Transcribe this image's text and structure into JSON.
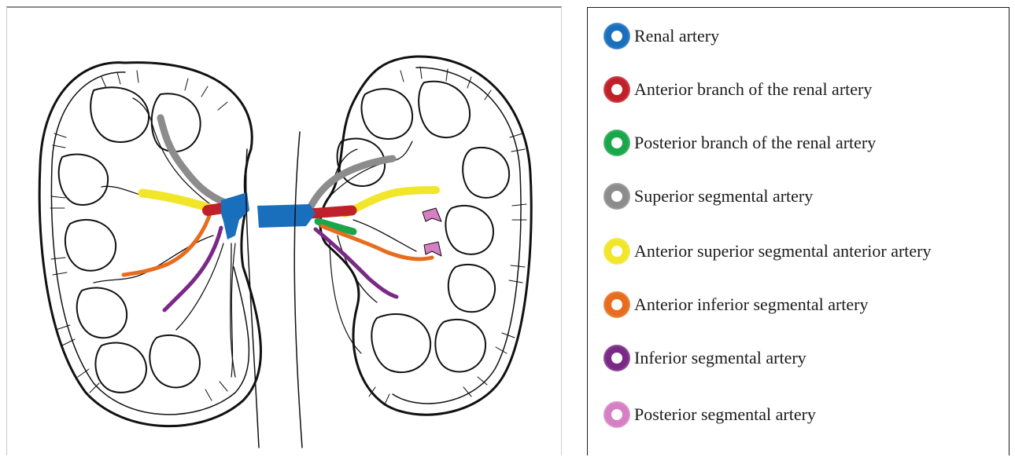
{
  "legend": {
    "items": [
      {
        "label": "Renal artery",
        "color": "#1a6fbd"
      },
      {
        "label": "Anterior branch of the renal artery",
        "color": "#c0202a"
      },
      {
        "label": "Posterior branch of the renal artery",
        "color": "#1aa64a"
      },
      {
        "label": "Superior segmental artery",
        "color": "#8c8c8c"
      },
      {
        "label": "Anterior superior segmental anterior artery",
        "color": "#f2e62a"
      },
      {
        "label": "Anterior inferior segmental artery",
        "color": "#e86c1e"
      },
      {
        "label": "Inferior segmental artery",
        "color": "#7a2a86"
      },
      {
        "label": "Posterior segmental artery",
        "color": "#d67fc2"
      }
    ]
  },
  "illustration": {
    "subject": "two-kidneys-arterial-segments"
  }
}
